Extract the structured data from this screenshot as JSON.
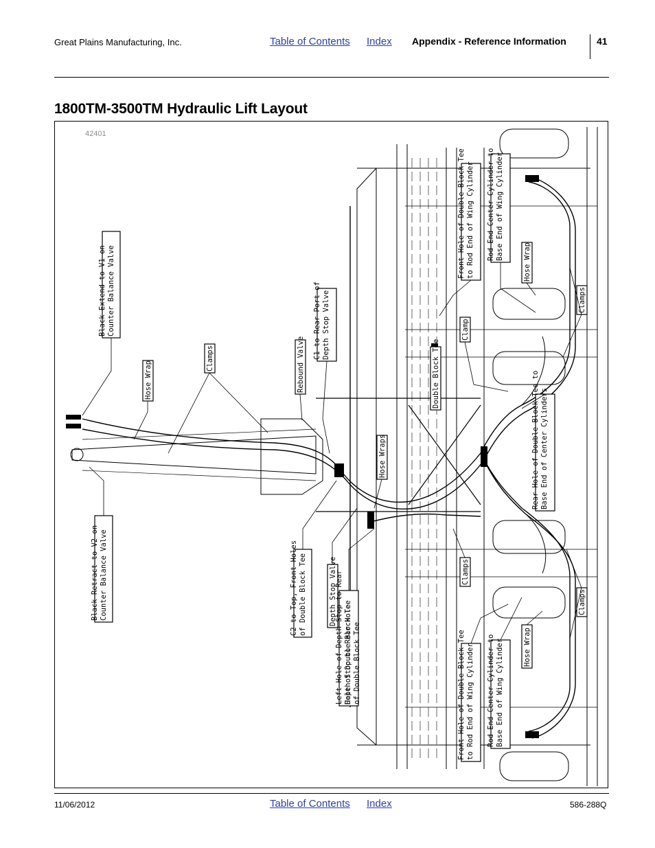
{
  "header": {
    "company": "Great Plains Manufacturing, Inc.",
    "toc_link": "Table of Contents",
    "index_link": "Index",
    "section": "Appendix - Reference Information",
    "page_number": "41"
  },
  "title": "1800TM-3500TM Hydraulic Lift Layout",
  "figure": {
    "figure_number": "42401",
    "callouts": [
      "Black Extend to V1 on Counter Balance Valve",
      "Hose Wrap",
      "Clamps",
      "Rebound Valve",
      "C1 to Rear Port of Depth Stop Valve",
      "Front Hole of Double Block Tee to Rod End of Wing Cylinder",
      "Rod End Center Cylinder to Base End of Wing Cylinder",
      "Hose Wrap",
      "Clamps",
      "Clamp",
      "Double Block Tee",
      "Hose Wraps",
      "Rear Hole of Double Block Tee to Base End of Center Cylinders",
      "Black Retract to V2 on Counter Balance Valve",
      "C2 to Top, Front Holes of Double Block Tee",
      "Depth Stop Valve",
      "Depth Stop to Rear Hole of Double Block Tee",
      "Left Hole of Depth Stop to Rear Hole of Double Block Tee",
      "Clamps",
      "Clamps",
      "Hose Wrap",
      "Front Hole of Double Block Tee to Rod End of Wing Cylinder",
      "Rod End Center Cylinder to Base End of Wing Cylinder"
    ]
  },
  "footer": {
    "date": "11/06/2012",
    "toc_link": "Table of Contents",
    "index_link": "Index",
    "doc_number": "586-288Q"
  }
}
